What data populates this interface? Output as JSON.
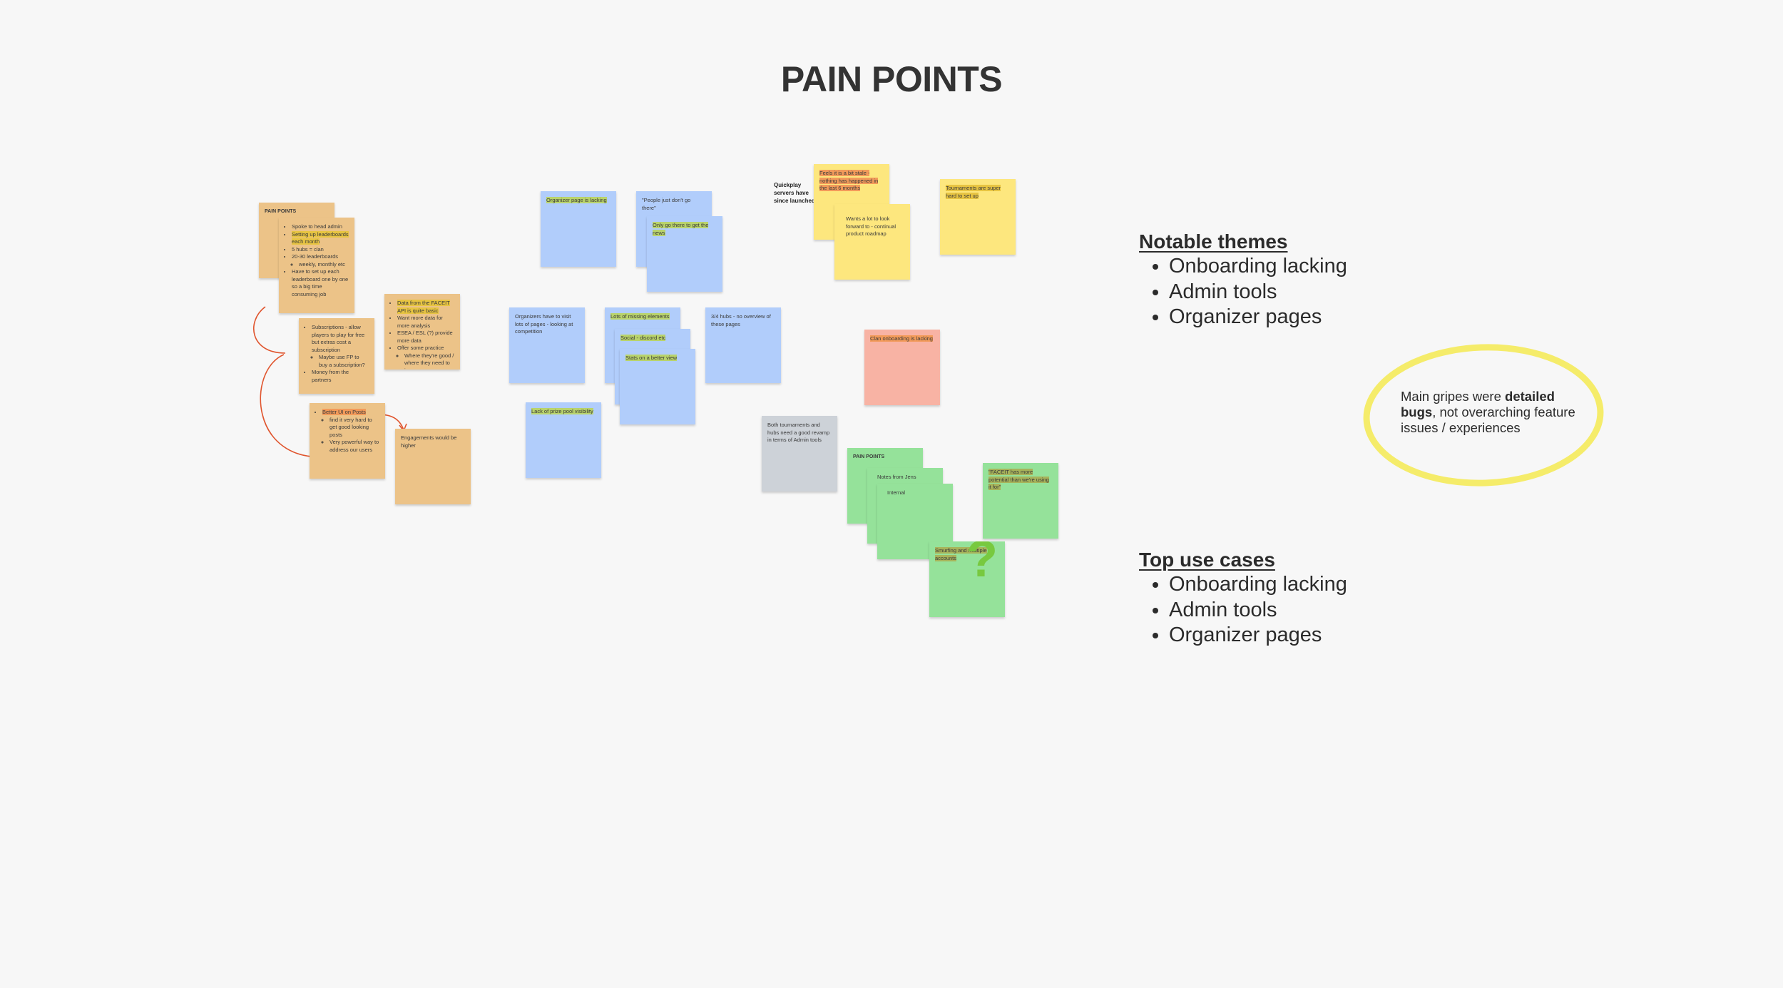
{
  "title": "PAIN POINTS",
  "notes": {
    "orange": {
      "pain_points_card": {
        "heading": "PAIN POINTS"
      },
      "spoke_card": {
        "b1": "Spoke to head admin",
        "b2": "Setting up leaderboards each month",
        "b3": "5 hubs = clan",
        "b4": "20-30 leaderboards",
        "b4_sub": "weekly, monthly etc",
        "b5": "Have to set up each leaderboard one by one so a big time consuming job"
      },
      "data_card": {
        "b1": "Data from the FACEIT API is quite basic",
        "b2": "Want more data for more analysis",
        "b3": "ESEA / ESL (?) provide more data",
        "b4": "Offer some practice",
        "b4_sub": "Where they're good / where they need to improve"
      },
      "subscriptions_card": {
        "b1": "Subscriptions - allow players to play for free but extras cost a subscription",
        "b1_sub": "Maybe use FP to buy a subscription?",
        "b2": "Money from the partners"
      },
      "posts_card": {
        "b1": "Better UI on Posts",
        "b1_sub1": "find it very hard to get good looking posts",
        "b1_sub2": "Very powerful way to address our users"
      },
      "engagements_card": {
        "text": "Engagements would be higher"
      }
    },
    "blue": {
      "organizer_page": "Organizer page is lacking",
      "people_dont_go": "\"People just don't go there\"",
      "only_go_news": "Only go there to get the news",
      "visit_pages": "Organizers have to visit lots of pages - looking at competition",
      "missing_elements": "Lots of missing elements",
      "social": "Social - discord etc",
      "stats": "Stats on a better view",
      "hubs_overview": "3/4 hubs - no overview of these pages",
      "prize_pool": "Lack of prize pool visibility"
    },
    "yellow": {
      "quickplay": "Quickplay servers have since launched",
      "stale": "Feels it is a bit stale - nothing has happened in the last 6 months",
      "roadmap": "Wants a lot to look forward to - continual product roadmap",
      "tournaments": "Tournaments are super hard to set up"
    },
    "salmon": {
      "clan_onboarding": "Clan onboarding is lacking"
    },
    "gray": {
      "revamp": "Both tournaments and hubs need a good revamp in terms of Admin tools"
    },
    "green": {
      "heading": "PAIN POINTS",
      "notes_from": "Notes from Jens",
      "internal": "Internal",
      "faceit_potential": "\"FACEIT has more potential than we're using it for\"",
      "smurfing": "Smurfing and multiple accounts",
      "question_mark": "?"
    }
  },
  "notable_themes": {
    "heading": "Notable themes",
    "items": [
      "Onboarding lacking",
      "Admin tools",
      "Organizer pages"
    ]
  },
  "top_use_cases": {
    "heading": "Top use cases",
    "items": [
      "Onboarding lacking",
      "Admin tools",
      "Organizer pages"
    ]
  },
  "callout": {
    "prefix": "Main gripes were ",
    "bold": "detailed bugs",
    "suffix": ", not overarching feature issues / experiences"
  },
  "colors": {
    "orange_sticky": "#ecc388",
    "blue_sticky": "#b1cdfb",
    "yellow_sticky": "#fde77e",
    "salmon_sticky": "#f8b3a4",
    "gray_sticky": "#cdd2d8",
    "green_sticky": "#95e29a",
    "connector_red": "#e0552e",
    "callout_circle": "#f5ec6a"
  }
}
